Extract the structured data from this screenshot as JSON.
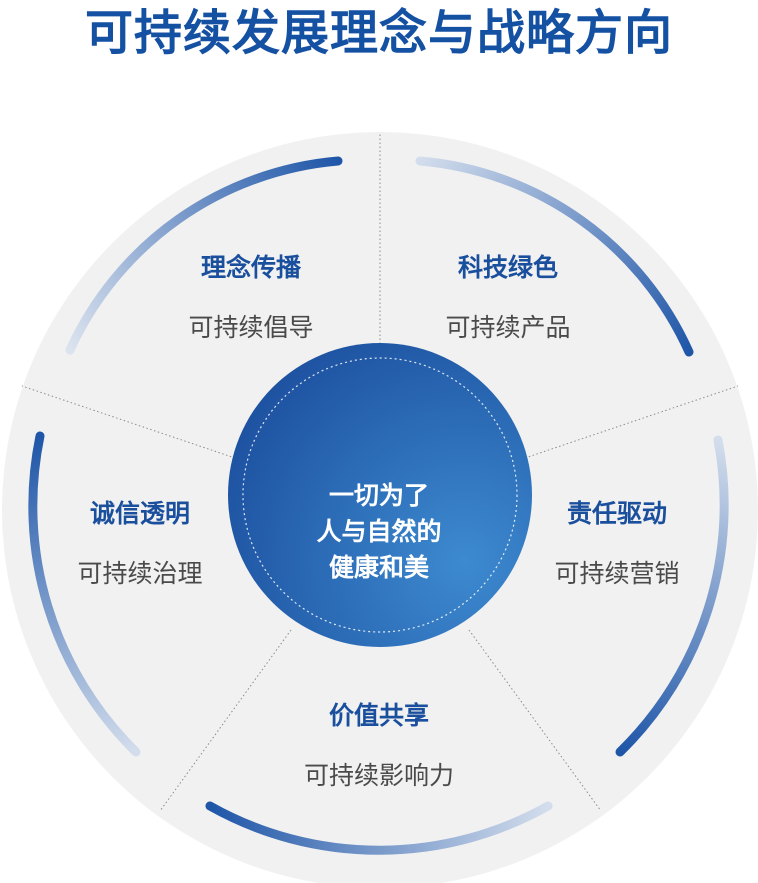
{
  "title": "可持续发展理念与战略方向",
  "center": {
    "lines": [
      "一切为了",
      "人与自然的",
      "健康和美"
    ]
  },
  "sectors": [
    {
      "title": "理念传播",
      "subtitle": "可持续倡导"
    },
    {
      "title": "科技绿色",
      "subtitle": "可持续产品"
    },
    {
      "title": "责任驱动",
      "subtitle": "可持续营销"
    },
    {
      "title": "价值共享",
      "subtitle": "可持续影响力"
    },
    {
      "title": "诚信透明",
      "subtitle": "可持续治理"
    }
  ],
  "colors": {
    "title": "#1551a3",
    "sector_title": "#1a4f9e",
    "sector_subtitle": "#4a4a4a",
    "disc_fill": "#f1f1f1",
    "arc_dark": "#1f56a8",
    "arc_light": "#c9d6ea",
    "center_dark": "#1a4c9c",
    "center_light": "#3d8ad0"
  }
}
